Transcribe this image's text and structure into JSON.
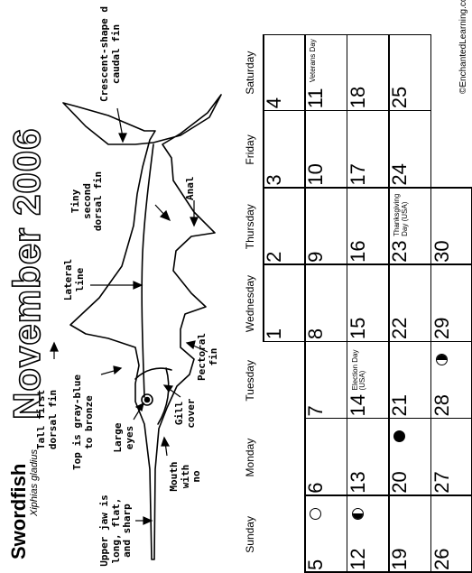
{
  "header": {
    "title": "Swordfish",
    "subtitle": "Xiphias gladius",
    "month_title": "November 2006",
    "copyright": "©EnchantedLearning.com"
  },
  "weekdays": [
    "Sunday",
    "Monday",
    "Tuesday",
    "Wednesday",
    "Thursday",
    "Friday",
    "Saturday"
  ],
  "calendar": {
    "rows": [
      [
        "",
        "",
        "",
        "1",
        "2",
        "3",
        "4"
      ],
      [
        "5",
        "6",
        "7",
        "8",
        "9",
        "10",
        "11"
      ],
      [
        "12",
        "13",
        "14",
        "15",
        "16",
        "17",
        "18"
      ],
      [
        "19",
        "20",
        "21",
        "22",
        "23",
        "24",
        "25"
      ],
      [
        "26",
        "27",
        "28",
        "29",
        "30",
        "",
        ""
      ]
    ],
    "notes": {
      "11": "Veterans Day",
      "14": "Election Day (USA)",
      "23": "Thanksgiving Day (USA)"
    },
    "moons": {
      "5": "full",
      "12": "last-quarter",
      "20": "new",
      "28": "first-quarter"
    }
  },
  "labels": {
    "crescent": "Crescent-shape d caudal fin",
    "second_dorsal": "Tiny second dorsal fin",
    "anal": "Anal",
    "lateral": "Lateral line",
    "pectoral": "Pectoral fin",
    "gill": "Gill cover",
    "mouth": "Mouth with no",
    "first_dorsal": "Tall first dorsal fin",
    "top": "Top is gray-blue to bronze",
    "eyes": "Large eyes",
    "jaw": "Upper jaw is long, flat, and sharp"
  }
}
